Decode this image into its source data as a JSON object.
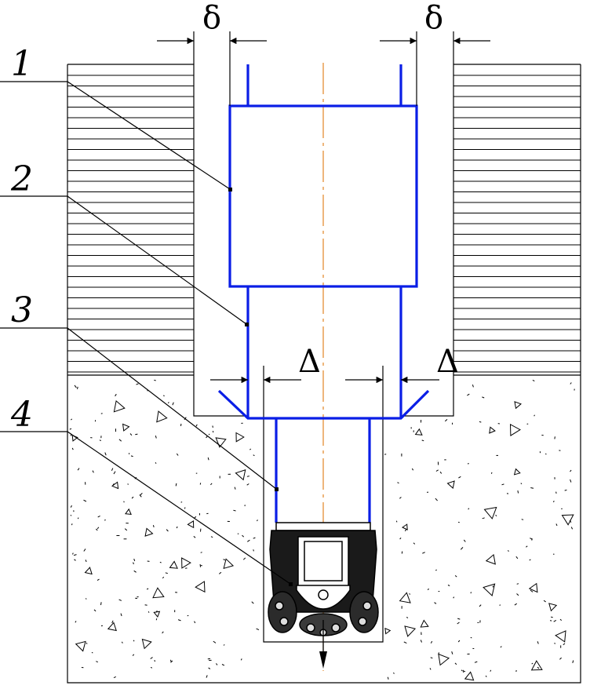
{
  "labels": {
    "part1": "1",
    "part2": "2",
    "part3": "3",
    "part4": "4",
    "gap_upper_left": "δ",
    "gap_upper_right": "δ",
    "gap_lower_left": "Δ",
    "gap_lower_right": "Δ"
  },
  "colors": {
    "outline": "#000000",
    "tool": "#0a1ee6",
    "axis": "#e07a10"
  }
}
